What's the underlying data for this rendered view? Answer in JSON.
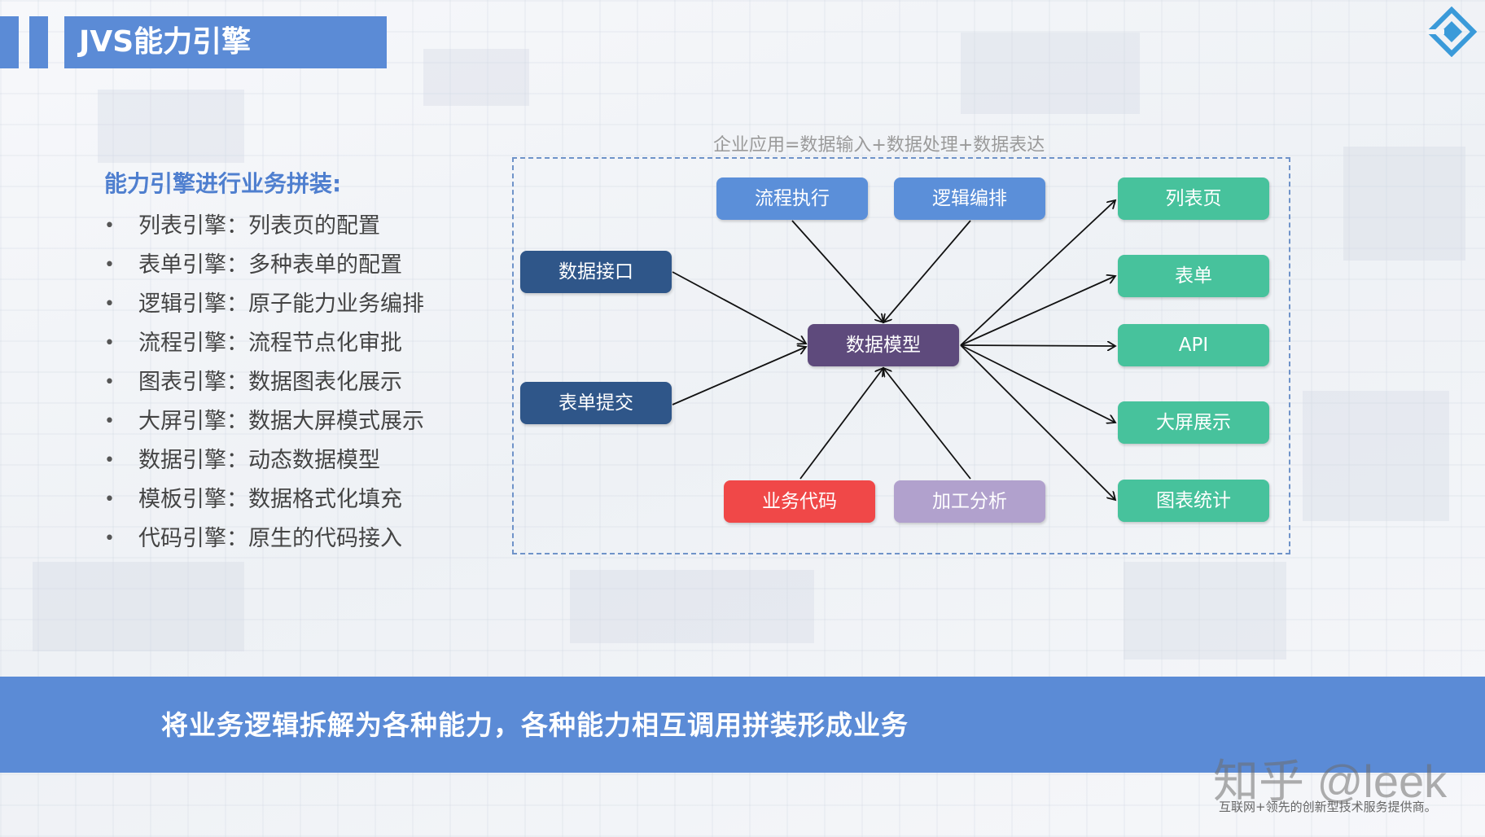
{
  "slide": {
    "title": "JVS能力引擎"
  },
  "left_panel": {
    "heading": "能力引擎进行业务拼装:",
    "items": [
      "列表引擎：列表页的配置",
      "表单引擎：多种表单的配置",
      "逻辑引擎：原子能力业务编排",
      "流程引擎：流程节点化审批",
      "图表引擎：数据图表化展示",
      "大屏引擎：数据大屏模式展示",
      "数据引擎：动态数据模型",
      "模板引擎：数据格式化填充",
      "代码引擎：原生的代码接入"
    ]
  },
  "diagram": {
    "caption": "企业应用=数据输入+数据处理+数据表达",
    "center": "数据模型",
    "top_nodes": [
      "流程执行",
      "逻辑编排"
    ],
    "left_nodes": [
      "数据接口",
      "表单提交"
    ],
    "bottom_nodes": [
      "业务代码",
      "加工分析"
    ],
    "right_nodes": [
      "列表页",
      "表单",
      "API",
      "大屏展示",
      "图表统计"
    ]
  },
  "banner": {
    "text": "将业务逻辑拆解为各种能力，各种能力相互调用拼装形成业务"
  },
  "watermark": {
    "main": "知乎 @leek",
    "sub": "互联网+领先的创新型技术服务提供商。"
  },
  "colors": {
    "brand_blue": "#5b8bd6",
    "node_blue": "#5b8fd9",
    "node_navy": "#2f5689",
    "node_purple": "#5e4a7c",
    "node_green": "#47c29c",
    "node_red": "#f04848",
    "node_lilac": "#b1a1cd"
  },
  "icons": {
    "logo": "jvs-diamond-logo-icon"
  }
}
